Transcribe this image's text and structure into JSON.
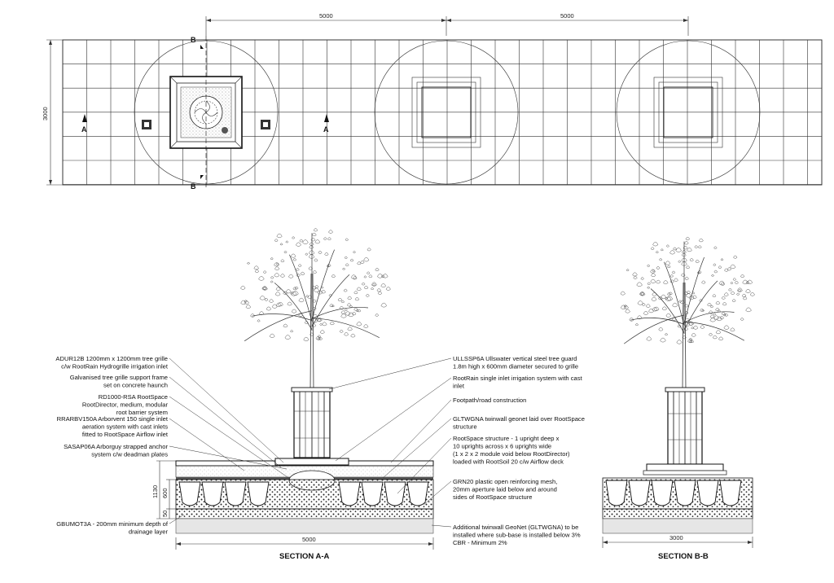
{
  "plan": {
    "dim_top_left": "5000",
    "dim_top_right": "5000",
    "dim_left": "3000",
    "section_marker_a": "A",
    "section_marker_b": "B"
  },
  "section_aa": {
    "title": "SECTION A-A",
    "dim_width": "5000",
    "dim_height_total": "1130",
    "dim_height_600": "600",
    "dim_height_50": "50",
    "labels_left": [
      [
        "ADUR12B 1200mm x 1200mm tree grille",
        "c/w RootRain Hydrogrille irrigation inlet"
      ],
      [
        "Galvanised tree grille support frame",
        "set on concrete haunch"
      ],
      [
        "RD1000-RSA RootSpace",
        "RootDirector, medium, modular",
        "root barrier system"
      ],
      [
        "RRARBV150A Arborvent 150 single inlet",
        "aeration system with cast inlets",
        "fitted to RootSpace Airflow inlet"
      ],
      [
        "SASAP06A Arborguy strapped anchor",
        "system c/w deadman plates"
      ],
      [
        "GBUMOT3A - 200mm minimum depth of",
        "drainage layer"
      ]
    ],
    "labels_right": [
      [
        "ULLSSP6A Ullswater vertical steel tree guard",
        "1.8m high x 600mm diameter secured to grille"
      ],
      [
        "RootRain single inlet irrigation system with cast",
        "inlet"
      ],
      [
        "Footpath/road construction"
      ],
      [
        "GLTWGNA twinwall geonet laid over RootSpace",
        "structure"
      ],
      [
        "RootSpace structure - 1 upright deep x",
        "10 uprights across x 6 uprights wide",
        "(1 x 2 x 2 module void below RootDirector)",
        "loaded with RootSoil 20 c/w Airflow deck"
      ],
      [
        "GRN20 plastic open reinforcing mesh,",
        "20mm aperture laid below and around",
        "sides of RootSpace structure"
      ],
      [
        "Additional twinwall GeoNet (GLTWGNA) to be",
        "installed where sub-base is installed below 3%",
        "CBR - Minimum 2%"
      ]
    ]
  },
  "section_bb": {
    "title": "SECTION B-B",
    "dim_width": "3000"
  }
}
